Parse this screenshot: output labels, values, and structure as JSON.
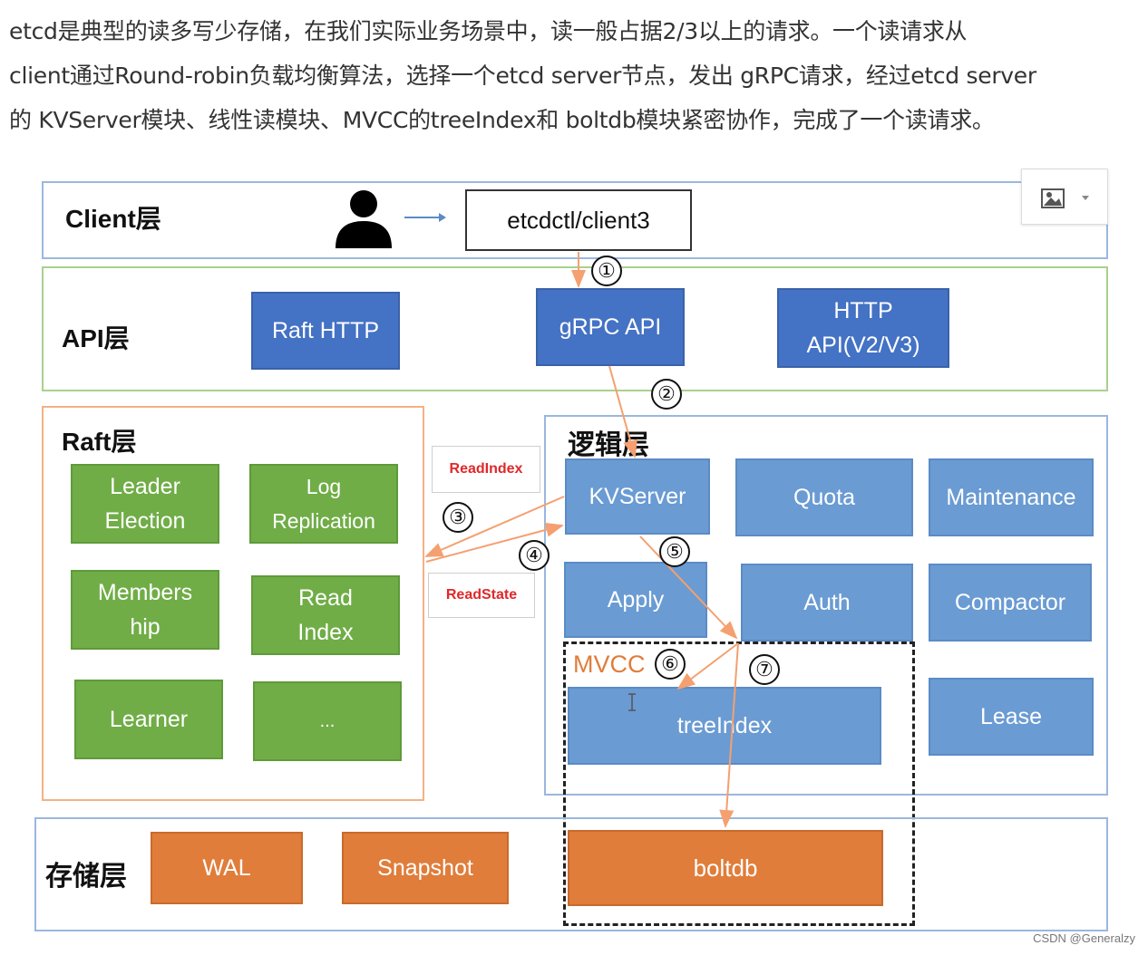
{
  "intro": [
    "etcd是典型的读多写少存储，在我们实际业务场景中，读一般占据2/3以上的请求。一个读请求从",
    "client通过Round-robin负载均衡算法，选择一个etcd server节点，发出 gRPC请求，经过etcd server",
    "的 KVServer模块、线性读模块、MVCC的treeIndex和 boltdb模块紧密协作，完成了一个读请求。"
  ],
  "layers": {
    "client": "Client层",
    "api": "API层",
    "raft": "Raft层",
    "logic": "逻辑层",
    "storage": "存储层"
  },
  "client": {
    "tool": "etcdctl/client3"
  },
  "api": {
    "raft_http": "Raft HTTP",
    "grpc": "gRPC API",
    "http": "HTTP\nAPI(V2/V3)"
  },
  "raft": {
    "leader_election": "Leader\nElection",
    "log_replication": "Log\nReplication",
    "membership": "Members\nhip",
    "read_index": "Read\nIndex",
    "learner": "Learner",
    "more": "..."
  },
  "logic": {
    "kvserver": "KVServer",
    "quota": "Quota",
    "maintenance": "Maintenance",
    "apply": "Apply",
    "auth": "Auth",
    "compactor": "Compactor",
    "mvcc": "MVCC",
    "treeindex": "treeIndex",
    "lease": "Lease"
  },
  "storage": {
    "wal": "WAL",
    "snapshot": "Snapshot",
    "boltdb": "boltdb"
  },
  "tags": {
    "readindex": "ReadIndex",
    "readstate": "ReadState"
  },
  "steps": [
    "①",
    "②",
    "③",
    "④",
    "⑤",
    "⑥",
    "⑦"
  ],
  "colors": {
    "api_blue": "#4472c4",
    "logic_blue": "#6a9bd3",
    "raft_green": "#70ad47",
    "storage_orange": "#e07d3a",
    "arrow_orange": "#f4a070",
    "tag_red": "#e0282a"
  },
  "watermark": "CSDN @Generalzy"
}
